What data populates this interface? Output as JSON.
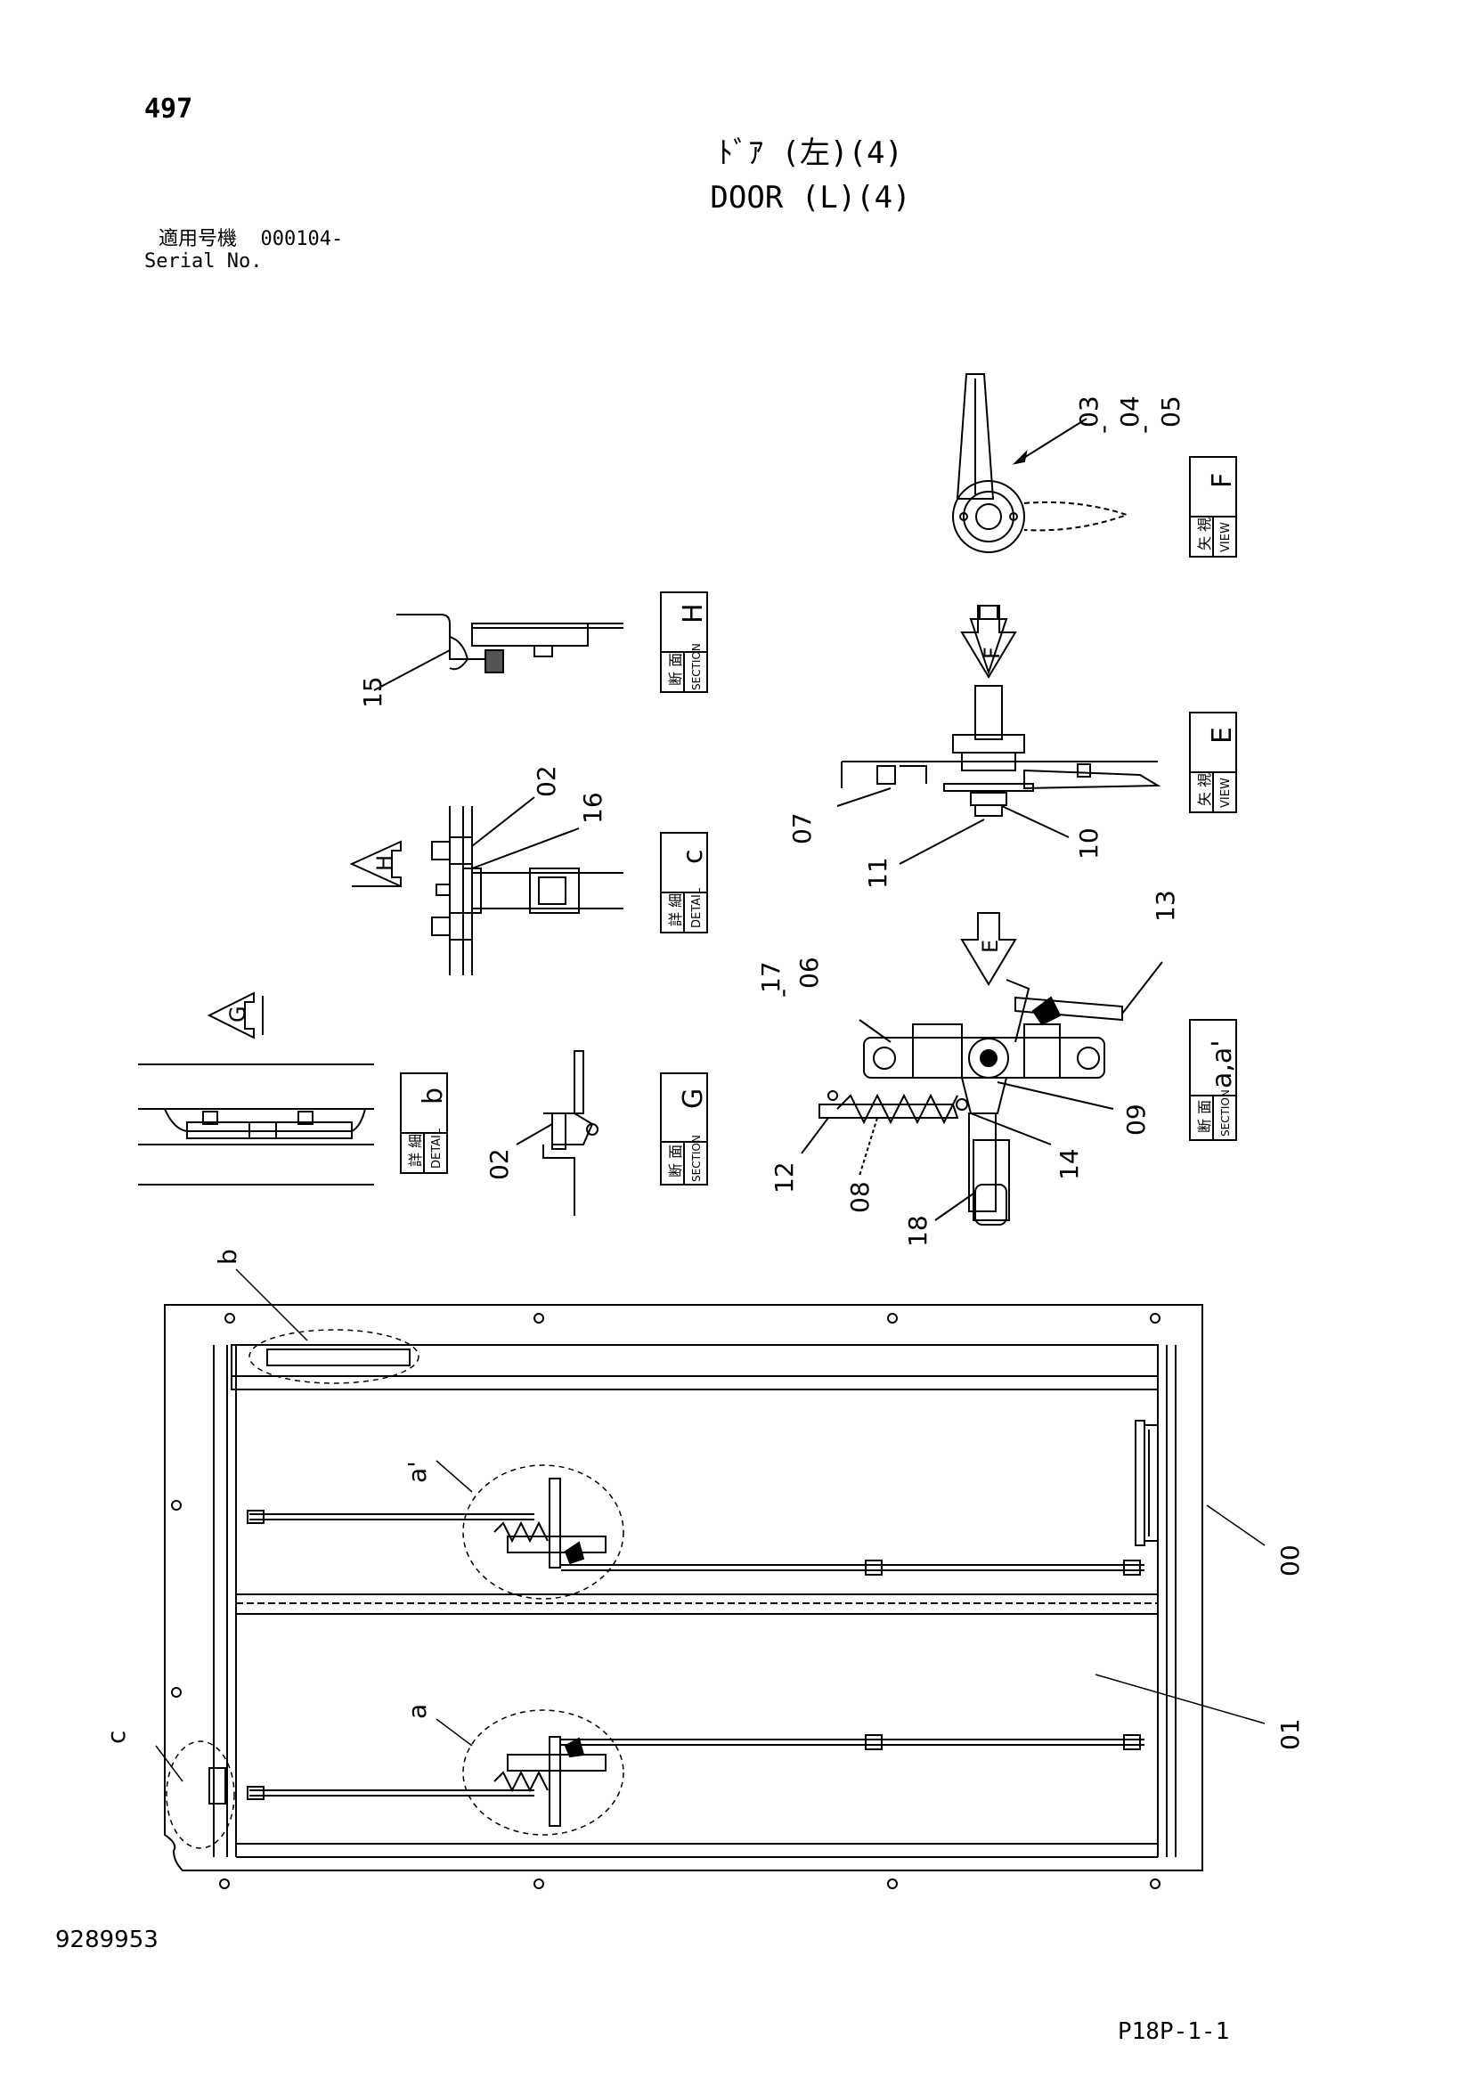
{
  "header": {
    "page_number": "497",
    "title_jp": "ﾄﾞｱ (左)(4)",
    "title_en": "DOOR (L)(4)",
    "serial_label_jp": "適用号機",
    "serial_value": "000104-",
    "serial_label_en": "Serial No."
  },
  "footer": {
    "drawing_number": "9289953",
    "page_code": "P18P-1-1"
  },
  "view_labels": {
    "view_f": {
      "jp": "矢 視",
      "en": "VIEW",
      "letter": "F"
    },
    "view_e": {
      "jp": "矢 視",
      "en": "VIEW",
      "letter": "E"
    },
    "section_h": {
      "jp": "断 面",
      "en": "SECTION",
      "letter": "H"
    },
    "detail_c": {
      "jp": "詳 細",
      "en": "DETAIL",
      "letter": "c"
    },
    "section_aa": {
      "jp": "断 面",
      "en": "SECTION",
      "letter": "a,a'"
    },
    "detail_b": {
      "jp": "詳 細",
      "en": "DETAIL",
      "letter": "b"
    },
    "section_g": {
      "jp": "断 面",
      "en": "SECTION",
      "letter": "G"
    }
  },
  "arrows": {
    "f": "F",
    "e": "E",
    "h": "H",
    "g": "G"
  },
  "part_labels": {
    "p00": "00",
    "p01": "01",
    "p02a": "02",
    "p02b": "02",
    "p03": "03",
    "p04": "04",
    "p05": "05",
    "p06": "06",
    "p07": "07",
    "p08": "08",
    "p09": "09",
    "p10": "10",
    "p11": "11",
    "p12": "12",
    "p13": "13",
    "p14": "14",
    "p15": "15",
    "p16": "16",
    "p17": "17",
    "p18": "18",
    "dash1": "-",
    "dash2": "-",
    "dash3": "-"
  },
  "callouts": {
    "a": "a",
    "a_prime": "a'",
    "b": "b",
    "c": "c"
  }
}
